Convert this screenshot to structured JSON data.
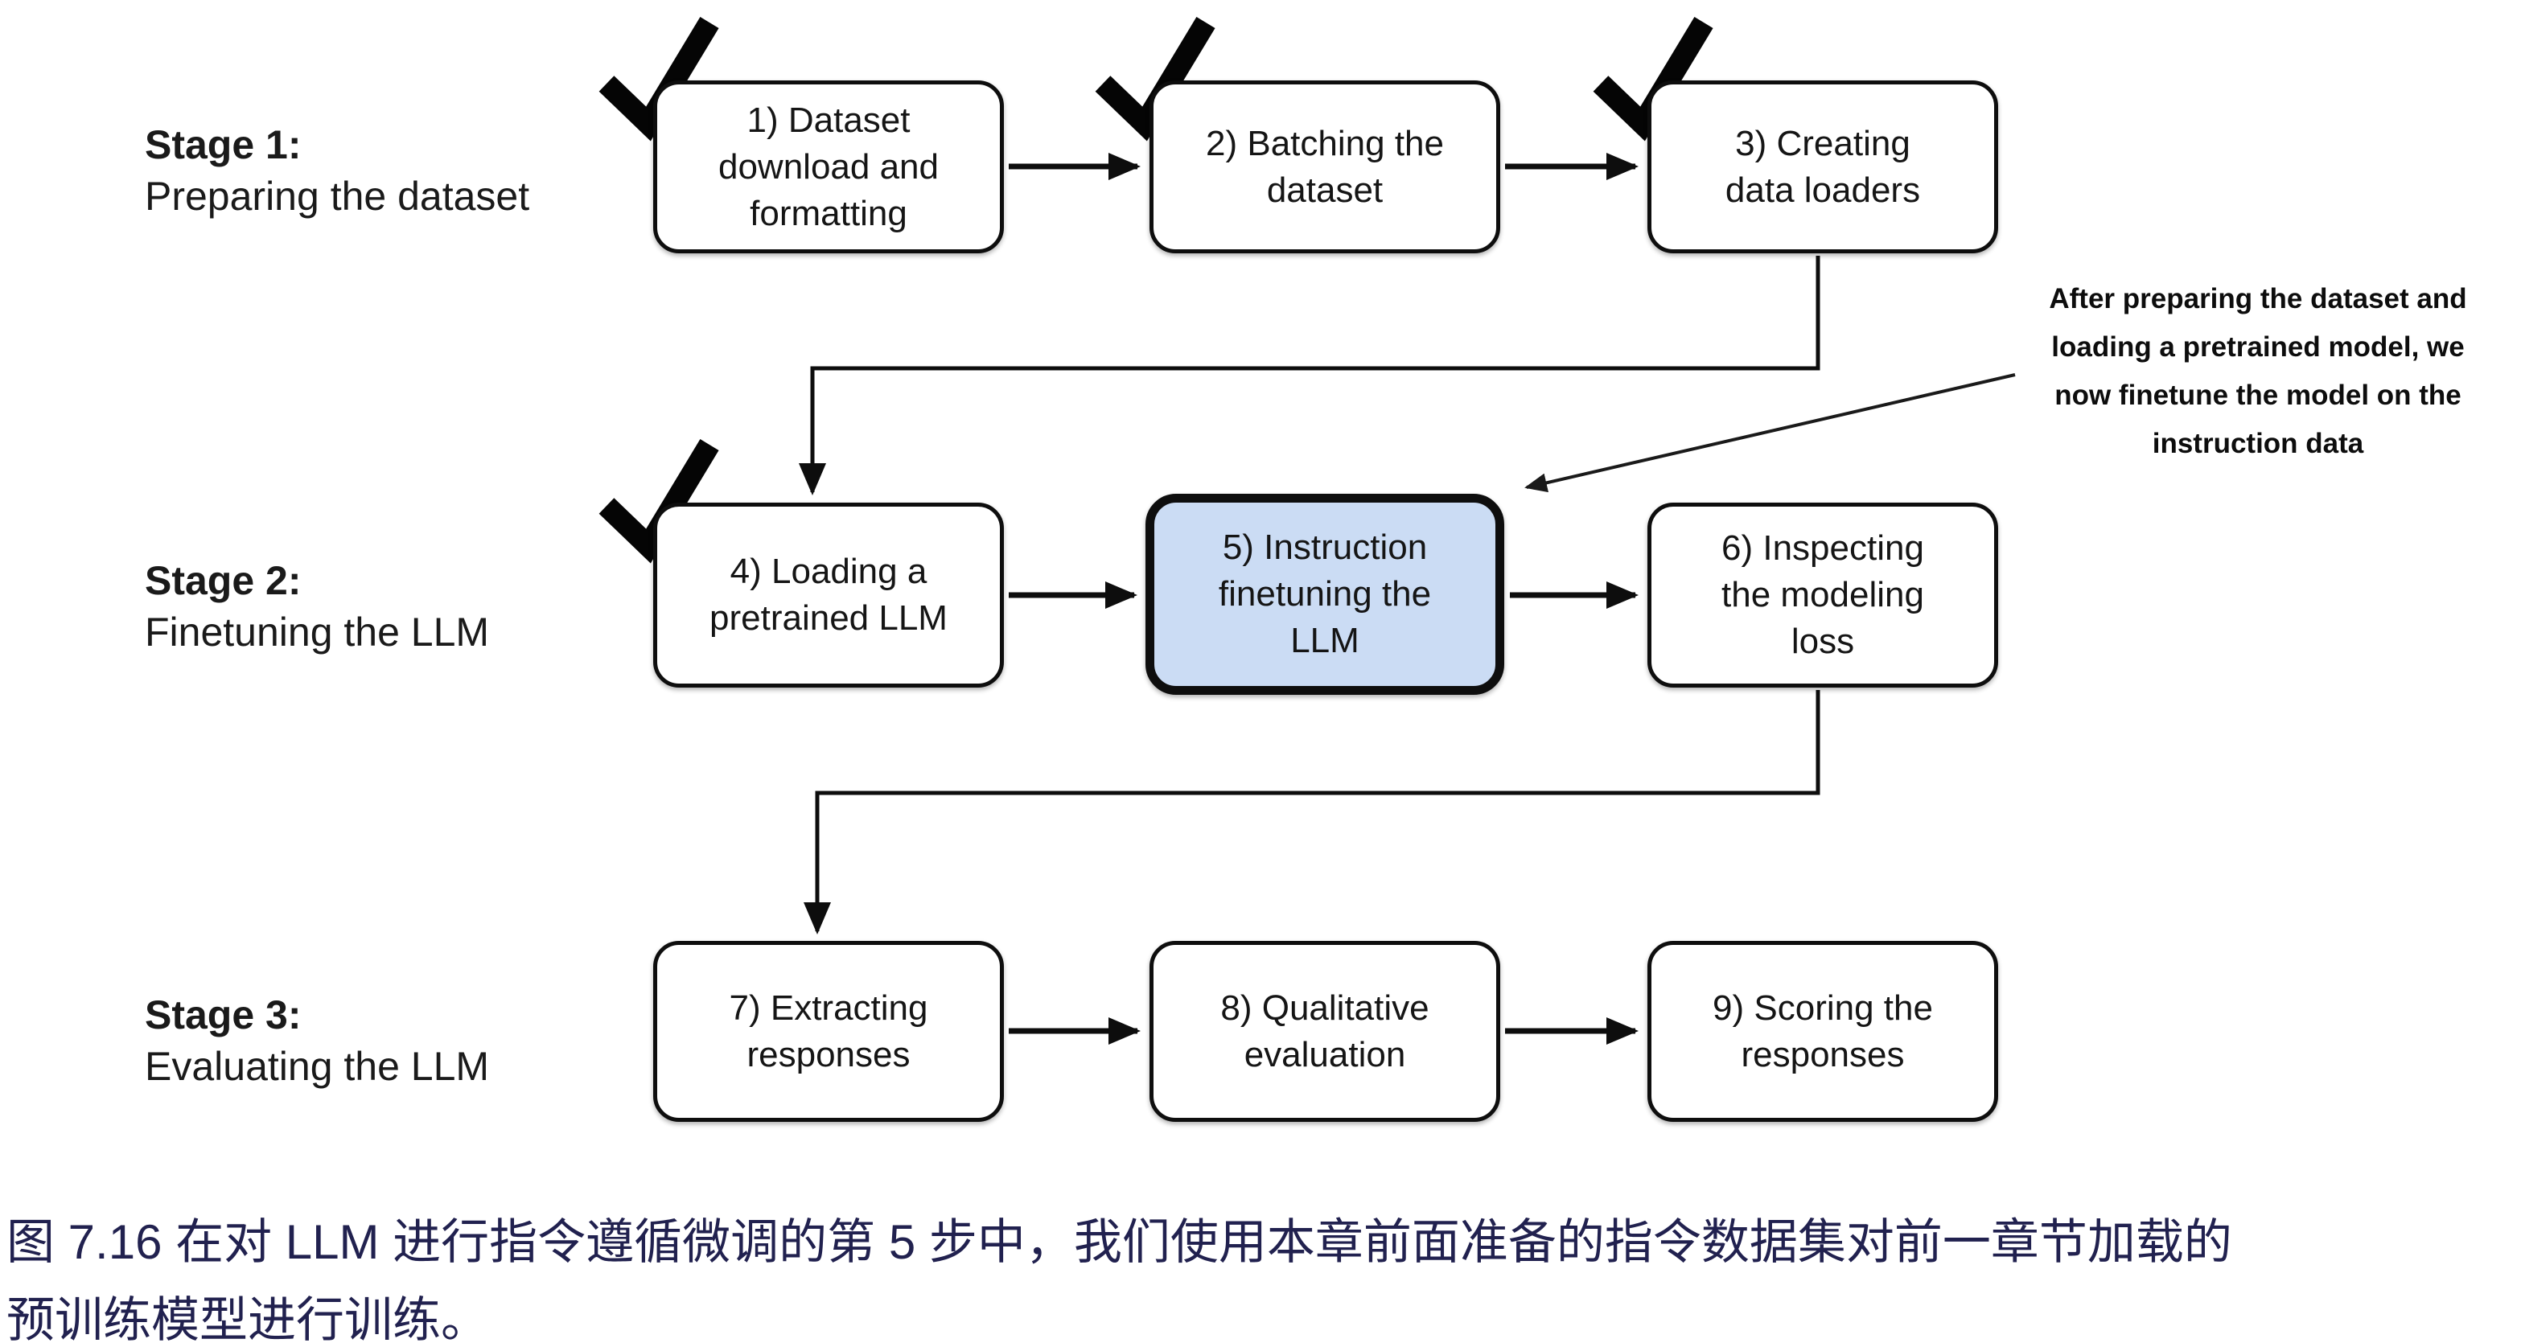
{
  "diagram": {
    "stages": [
      {
        "title": "Stage 1:",
        "subtitle": "Preparing the dataset"
      },
      {
        "title": "Stage 2:",
        "subtitle": "Finetuning the LLM"
      },
      {
        "title": "Stage 3:",
        "subtitle": "Evaluating the LLM"
      }
    ],
    "boxes": [
      {
        "id": 1,
        "lines": [
          "1) Dataset",
          "download and",
          "formatting"
        ],
        "checked": true,
        "highlighted": false
      },
      {
        "id": 2,
        "lines": [
          "2) Batching the",
          "dataset"
        ],
        "checked": true,
        "highlighted": false
      },
      {
        "id": 3,
        "lines": [
          "3) Creating",
          "data loaders"
        ],
        "checked": true,
        "highlighted": false
      },
      {
        "id": 4,
        "lines": [
          "4) Loading a",
          "pretrained LLM"
        ],
        "checked": true,
        "highlighted": false
      },
      {
        "id": 5,
        "lines": [
          "5) Instruction",
          "finetuning the",
          "LLM"
        ],
        "checked": false,
        "highlighted": true
      },
      {
        "id": 6,
        "lines": [
          "6) Inspecting",
          "the modeling",
          "loss"
        ],
        "checked": false,
        "highlighted": false
      },
      {
        "id": 7,
        "lines": [
          "7) Extracting",
          "responses"
        ],
        "checked": false,
        "highlighted": false
      },
      {
        "id": 8,
        "lines": [
          "8) Qualitative",
          "evaluation"
        ],
        "checked": false,
        "highlighted": false
      },
      {
        "id": 9,
        "lines": [
          "9) Scoring the",
          "responses"
        ],
        "checked": false,
        "highlighted": false
      }
    ],
    "annotation": {
      "lines": [
        "After preparing the dataset and",
        "loading a pretrained model, we",
        "now finetune the model on the",
        "instruction data"
      ]
    },
    "colors": {
      "highlight_fill": "#cbdcf4",
      "line_color": "#0d0d0d",
      "caption_text": "#21214f"
    }
  },
  "caption": {
    "lines": [
      "图 7.16 在对 LLM 进行指令遵循微调的第 5 步中，我们使用本章前面准备的指令数据集对前一章节加载的",
      "预训练模型进行训练。"
    ]
  }
}
